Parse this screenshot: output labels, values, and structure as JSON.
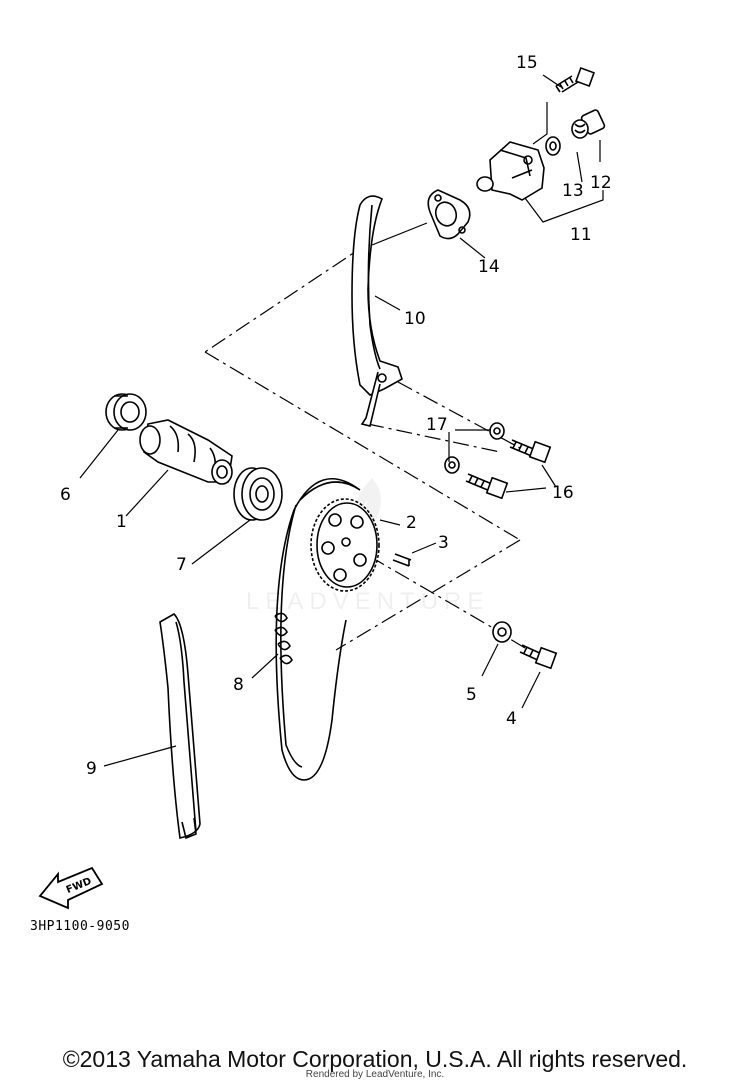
{
  "diagram": {
    "callouts": [
      "1",
      "2",
      "3",
      "4",
      "5",
      "6",
      "7",
      "8",
      "9",
      "10",
      "11",
      "12",
      "13",
      "14",
      "15",
      "16",
      "17"
    ],
    "fwd_label": "FWD",
    "drawing_code": "3HP1100-9050",
    "watermark": "LEADVENTURE"
  },
  "footer": {
    "copyright": "©2013 Yamaha Motor Corporation, U.S.A. All rights reserved.",
    "rendered_by": "Rendered by LeadVenture, Inc."
  }
}
